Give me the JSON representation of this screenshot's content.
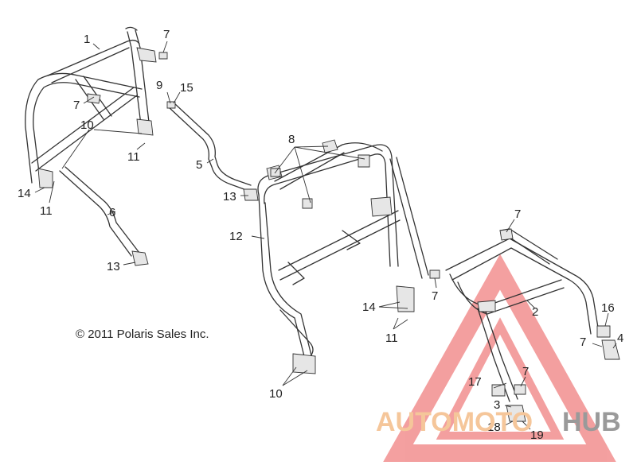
{
  "copyright": "© 2011 Polaris Sales Inc.",
  "watermark": {
    "word_accent": "AUTOMOTO",
    "word_dark": "HUB",
    "accent_color": "#f0a060",
    "dark_color": "#8c8c8c",
    "triangle_color": "#f08080"
  },
  "callouts": {
    "c1": "1",
    "c7a": "7",
    "c7b": "7",
    "c9": "9",
    "c15": "15",
    "c10a": "10",
    "c11a": "11",
    "c5": "5",
    "c13a": "13",
    "c14a": "14",
    "c11b": "11",
    "c6": "6",
    "c13b": "13",
    "c8": "8",
    "c12": "12",
    "c14b": "14",
    "c11c": "11",
    "c10b": "10",
    "c7c": "7",
    "c7d": "7",
    "c2": "2",
    "c16": "16",
    "c7e": "7",
    "c4": "4",
    "c17": "17",
    "c7f": "7",
    "c3": "3",
    "c18": "18",
    "c19": "19"
  }
}
